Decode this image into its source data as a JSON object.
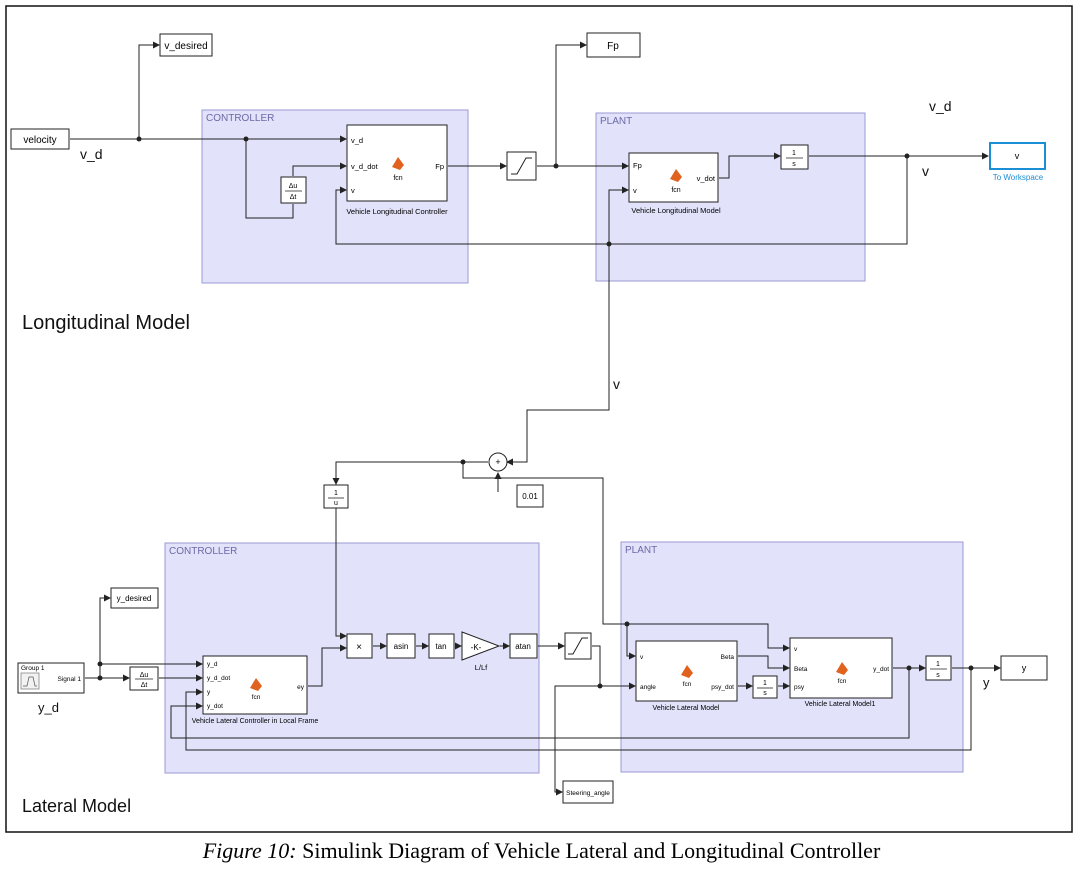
{
  "longitudinal": {
    "section_title": "Longitudinal Model",
    "velocity_source": "velocity",
    "v_desired_label": "v_desired",
    "fp_label": "Fp",
    "vd_signal": "v_d",
    "vd_top": "v_d",
    "v_signal": "v",
    "controller": {
      "title": "CONTROLLER",
      "block_name": "Vehicle Longitudinal Controller",
      "in1": "v_d",
      "in2": "v_d_dot",
      "in3": "v",
      "out": "Fp",
      "fcn": "fcn"
    },
    "plant": {
      "title": "PLANT",
      "block_name": "Vehicle Longitudinal Model",
      "in1": "Fp",
      "in2": "v",
      "out": "v_dot",
      "fcn": "fcn"
    },
    "integrator_num": "1",
    "integrator_den": "s",
    "to_workspace_value": "v",
    "to_workspace_label": "To Workspace",
    "derivative_num": "Δu",
    "derivative_den": "Δt"
  },
  "middle": {
    "v_label": "v",
    "constant": "0.01",
    "reciprocal_num": "1",
    "reciprocal_den": "u"
  },
  "lateral": {
    "section_title": "Lateral Model",
    "signal_group": "Group 1",
    "signal_out": "Signal 1",
    "yd_label": "y_d",
    "y_desired_label": "y_desired",
    "y_label": "y",
    "y_out": "y",
    "steering_label": "Steering_angle",
    "derivative_num": "Δu",
    "derivative_den": "Δt",
    "controller": {
      "title": "CONTROLLER",
      "block_name": "Vehicle Lateral Controller in Local Frame",
      "in1": "y_d",
      "in2": "y_d_dot",
      "in3": "y",
      "in4": "y_dot",
      "out": "ey",
      "fcn": "fcn"
    },
    "product": "×",
    "asin": "asin",
    "tan": "tan",
    "gain": "-K-",
    "gain_label": "L/Lf",
    "atan": "atan",
    "plant": {
      "title": "PLANT",
      "model1_name": "Vehicle Lateral Model",
      "model1_in1": "v",
      "model1_in2": "angle",
      "model1_out1": "Beta",
      "model1_out2": "psy_dot",
      "model2_name": "Vehicle Lateral Model1",
      "model2_in1": "v",
      "model2_in2": "Beta",
      "model2_in3": "psy",
      "model2_out": "y_dot",
      "fcn": "fcn"
    },
    "integrator_num": "1",
    "integrator_den": "s"
  },
  "caption": {
    "figure_label": "Figure 10:",
    "text": "Simulink Diagram of Vehicle Lateral and Longitudinal Controller"
  },
  "colors": {
    "subsystem_fill": "#e2e2fa",
    "subsystem_border": "#9a9ad6",
    "subsystem_title": "#6a6aa6",
    "to_workspace_border": "#1a8fd6",
    "to_workspace_label": "#1a8fd6",
    "matlab_icon": "#e0621e"
  }
}
